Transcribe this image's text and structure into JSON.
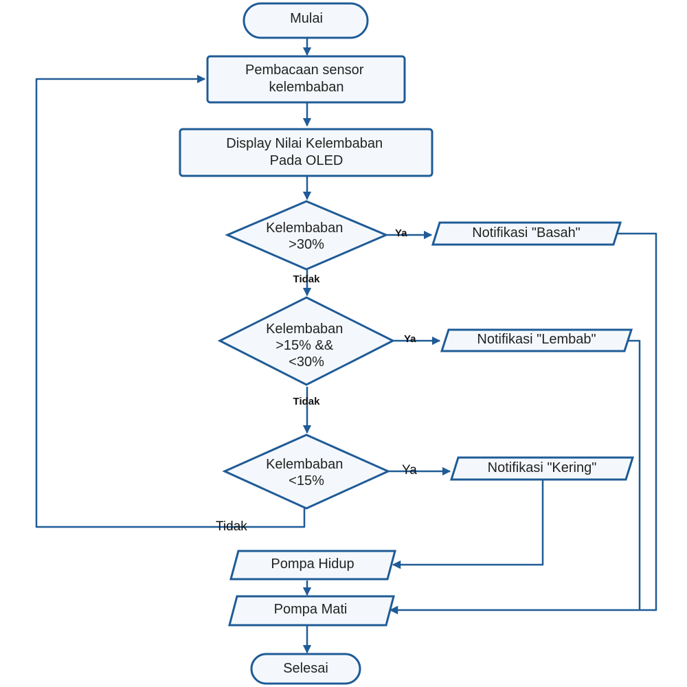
{
  "diagram": {
    "nodes": {
      "start": {
        "lines": [
          "Mulai"
        ]
      },
      "read_sensor": {
        "lines": [
          "Pembacaan sensor",
          "kelembaban"
        ]
      },
      "display": {
        "lines": [
          "Display Nilai Kelembaban",
          "Pada OLED"
        ]
      },
      "decision_wet": {
        "lines": [
          "Kelembaban",
          ">30%"
        ]
      },
      "notif_wet": {
        "lines": [
          "Notifikasi \"Basah\""
        ]
      },
      "decision_moist": {
        "lines": [
          "Kelembaban",
          ">15% &&",
          "<30%"
        ]
      },
      "notif_moist": {
        "lines": [
          "Notifikasi \"Lembab\""
        ]
      },
      "decision_dry": {
        "lines": [
          "Kelembaban",
          "<15%"
        ]
      },
      "notif_dry": {
        "lines": [
          "Notifikasi \"Kering\""
        ]
      },
      "pump_on": {
        "lines": [
          "Pompa Hidup"
        ]
      },
      "pump_off": {
        "lines": [
          "Pompa Mati"
        ]
      },
      "end": {
        "lines": [
          "Selesai"
        ]
      }
    },
    "edge_labels": {
      "wet_yes": "Ya",
      "wet_no": "Tidak",
      "moist_yes": "Ya",
      "moist_no": "Tidak",
      "dry_yes": "Ya",
      "dry_no": "Tidak"
    },
    "colors": {
      "stroke": "#1f5b96",
      "fill": "#f4f8fc",
      "text": "#222222"
    }
  }
}
